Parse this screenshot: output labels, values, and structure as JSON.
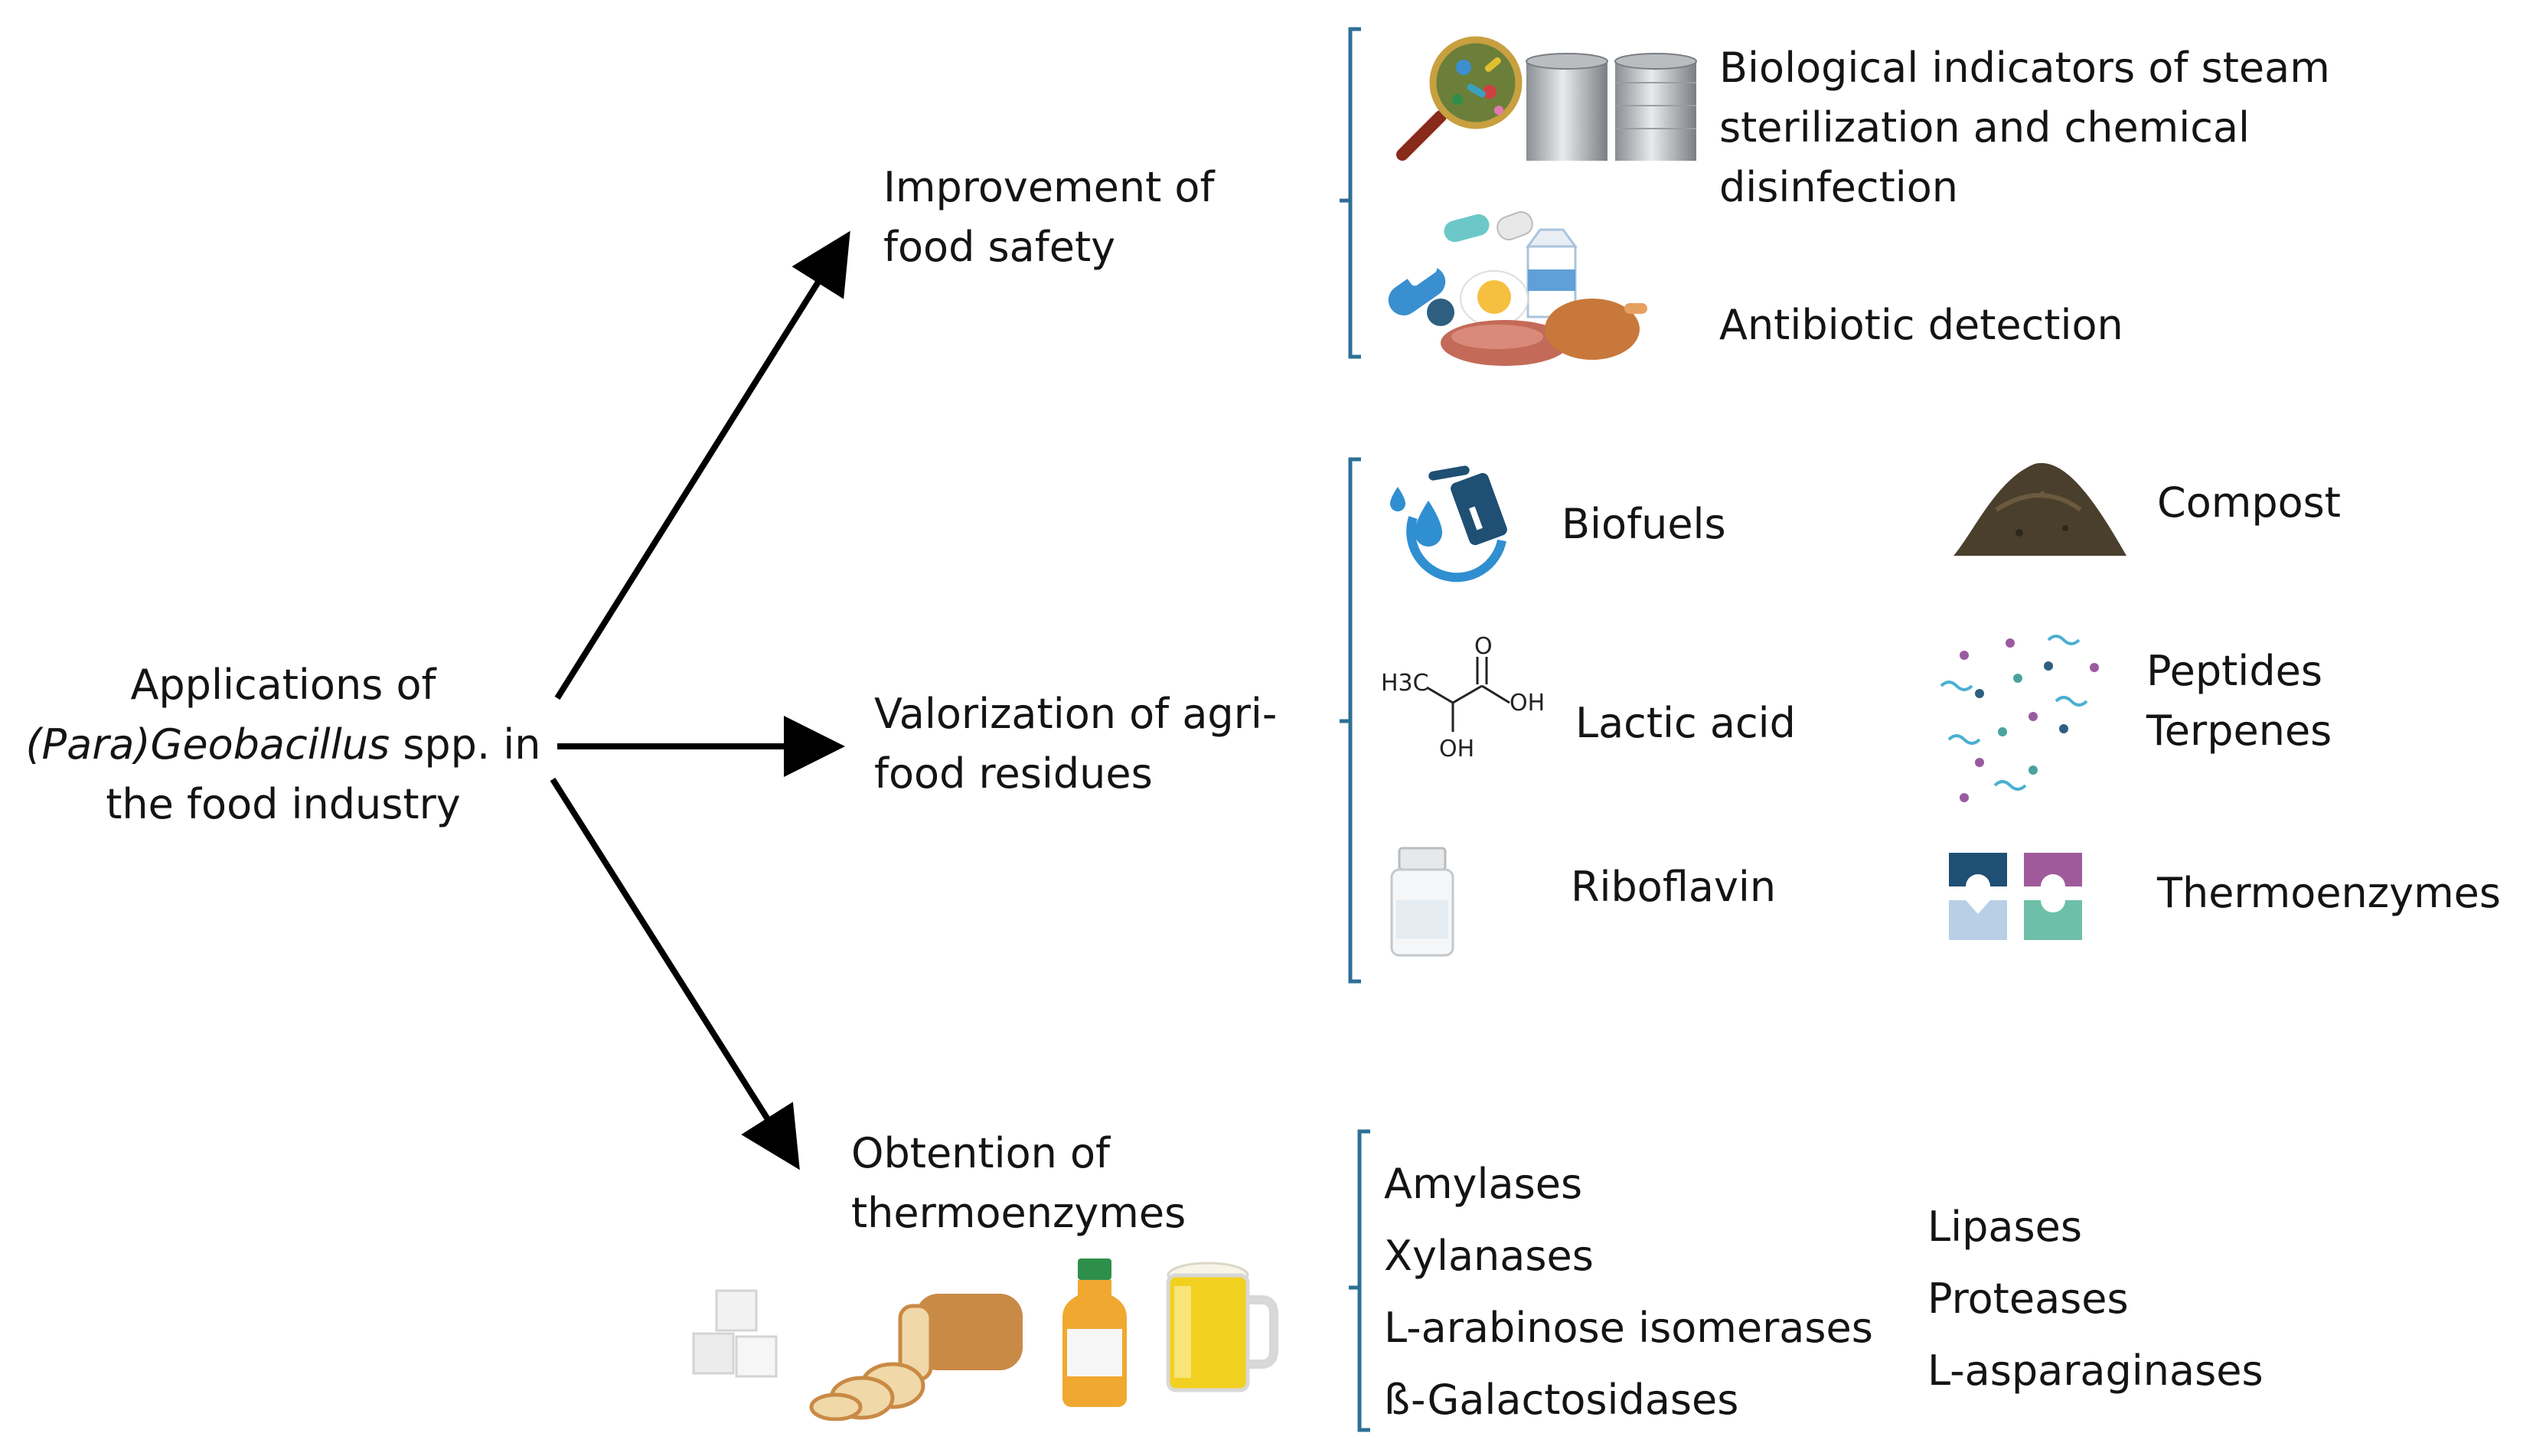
{
  "root": {
    "line1": "Applications of",
    "line2_italic": "(Para)Geobacillus",
    "line2_rest": " spp. in",
    "line3": "the food industry"
  },
  "branches": {
    "food_safety": {
      "line1": "Improvement of",
      "line2": "food safety"
    },
    "valorization": {
      "line1": "Valorization of agri-",
      "line2": "food residues"
    },
    "thermoenzymes": {
      "line1": "Obtention of",
      "line2": "thermoenzymes"
    }
  },
  "food_safety_items": {
    "bio_indicators": [
      "Biological indicators of steam",
      "sterilization and chemical",
      "disinfection"
    ],
    "antibiotic": "Antibiotic detection"
  },
  "valorization_items": {
    "biofuels": "Biofuels",
    "compost": "Compost",
    "lactic_acid": "Lactic acid",
    "peptides": "Peptides",
    "terpenes": "Terpenes",
    "riboflavin": "Riboflavin",
    "thermoenzymes": "Thermoenzymes"
  },
  "lactic_labels": {
    "h3c": "H3C",
    "o": "O",
    "oh_acid": "OH",
    "oh_alcohol": "OH"
  },
  "enzymes_left": [
    "Amylases",
    "Xylanases",
    "L-arabinose isomerases",
    "ß-Galactosidases"
  ],
  "enzymes_right": [
    "Lipases",
    "Proteases",
    "L-asparaginases"
  ],
  "colors": {
    "bracket": "#2e6f96",
    "arrow": "#000000",
    "biofuel_blue": "#2f8fd0",
    "enzyme_navy": "#1f4f73",
    "enzyme_purple": "#a05a9b",
    "enzyme_teal": "#6dbfa9",
    "enzyme_light": "#b8cfe6"
  },
  "icons": [
    "magnifier-bacteria-icon",
    "tin-can-icon",
    "pills-food-icon",
    "biofuel-icon",
    "compost-pile-icon",
    "lactic-acid-structure-icon",
    "molecules-icon",
    "vitamin-bottle-icon",
    "enzyme-blocks-icon",
    "sugar-cubes-icon",
    "bread-icon",
    "juice-bottle-icon",
    "beer-mug-icon"
  ]
}
